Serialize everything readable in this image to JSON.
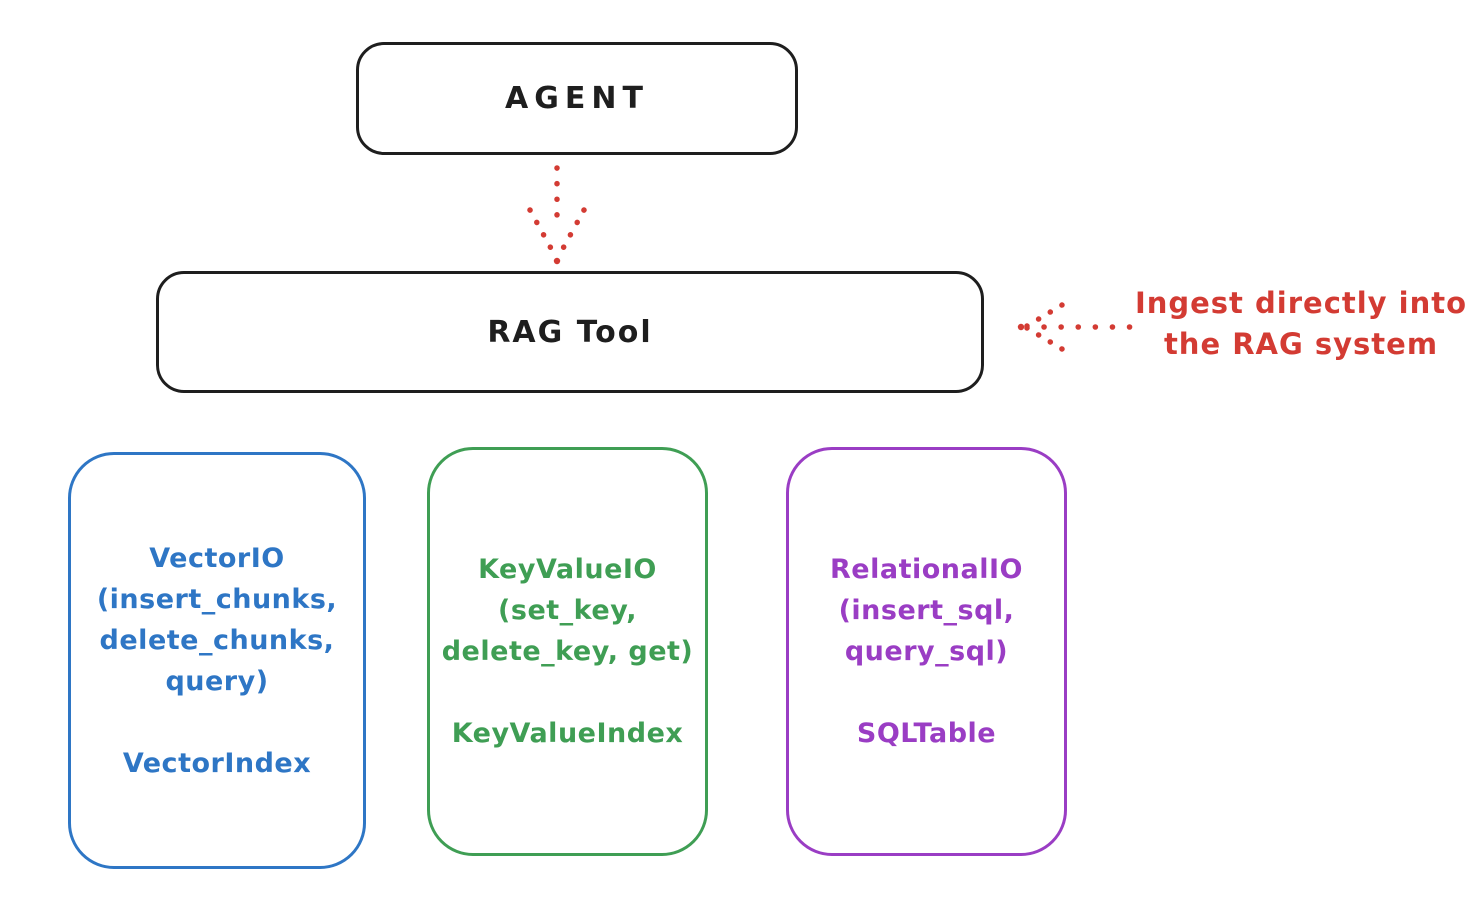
{
  "colors": {
    "ink": "#1e1e1e",
    "red": "#d33b33",
    "blue": "#2e76c5",
    "green": "#3f9e54",
    "purple": "#9a3dc4",
    "bg": "#ffffff"
  },
  "diagram": {
    "agent": {
      "label": "AGENT"
    },
    "rag_tool": {
      "label": "RAG Tool"
    },
    "annotation": {
      "line1": "Ingest directly into",
      "line2": "the RAG system"
    },
    "vector_box": {
      "line1": "VectorIO",
      "line2": "(insert_chunks,",
      "line3": "delete_chunks,",
      "line4": "query)",
      "footer": "VectorIndex",
      "color": "#2e76c5"
    },
    "keyvalue_box": {
      "line1": "KeyValueIO",
      "line2": "(set_key,",
      "line3": "delete_key, get)",
      "footer": "KeyValueIndex",
      "color": "#3f9e54"
    },
    "relational_box": {
      "line1": "RelationalIO",
      "line2": "(insert_sql,",
      "line3": "query_sql)",
      "footer": "SQLTable",
      "color": "#9a3dc4"
    }
  }
}
